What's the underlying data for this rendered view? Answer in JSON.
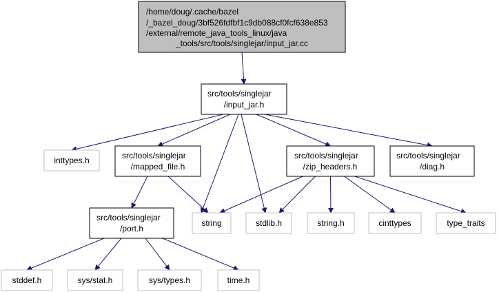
{
  "colors": {
    "edge": "#191970",
    "root_fill": "#bfbfbf",
    "node_border": "#000000",
    "external_border": "#bfbfbf",
    "text": "#000000",
    "background": "#ffffff"
  },
  "nodes": {
    "root": {
      "lines": [
        "/home/doug/.cache/bazel",
        "/_bazel_doug/3bf526fdfbf1c9db088cf0fcf638e853",
        "/external/remote_java_tools_linux/java",
        "_tools/src/tools/singlejar/input_jar.cc"
      ]
    },
    "input_jar_h": {
      "lines": [
        "src/tools/singlejar",
        "/input_jar.h"
      ]
    },
    "inttypes_h": {
      "lines": [
        "inttypes.h"
      ]
    },
    "mapped_file_h": {
      "lines": [
        "src/tools/singlejar",
        "/mapped_file.h"
      ]
    },
    "zip_headers_h": {
      "lines": [
        "src/tools/singlejar",
        "/zip_headers.h"
      ]
    },
    "diag_h": {
      "lines": [
        "src/tools/singlejar",
        "/diag.h"
      ]
    },
    "port_h": {
      "lines": [
        "src/tools/singlejar",
        "/port.h"
      ]
    },
    "string": {
      "lines": [
        "string"
      ]
    },
    "stdlib_h": {
      "lines": [
        "stdlib.h"
      ]
    },
    "string_h": {
      "lines": [
        "string.h"
      ]
    },
    "cinttypes": {
      "lines": [
        "cinttypes"
      ]
    },
    "type_traits": {
      "lines": [
        "type_traits"
      ]
    },
    "stddef_h": {
      "lines": [
        "stddef.h"
      ]
    },
    "sys_stat_h": {
      "lines": [
        "sys/stat.h"
      ]
    },
    "sys_types_h": {
      "lines": [
        "sys/types.h"
      ]
    },
    "time_h": {
      "lines": [
        "time.h"
      ]
    }
  },
  "edges": [
    [
      "root",
      "input_jar_h"
    ],
    [
      "input_jar_h",
      "inttypes_h"
    ],
    [
      "input_jar_h",
      "mapped_file_h"
    ],
    [
      "input_jar_h",
      "string"
    ],
    [
      "input_jar_h",
      "stdlib_h"
    ],
    [
      "input_jar_h",
      "zip_headers_h"
    ],
    [
      "input_jar_h",
      "diag_h"
    ],
    [
      "mapped_file_h",
      "port_h"
    ],
    [
      "mapped_file_h",
      "string"
    ],
    [
      "zip_headers_h",
      "string"
    ],
    [
      "zip_headers_h",
      "stdlib_h"
    ],
    [
      "zip_headers_h",
      "string_h"
    ],
    [
      "zip_headers_h",
      "cinttypes"
    ],
    [
      "zip_headers_h",
      "type_traits"
    ],
    [
      "port_h",
      "stddef_h"
    ],
    [
      "port_h",
      "sys_stat_h"
    ],
    [
      "port_h",
      "sys_types_h"
    ],
    [
      "port_h",
      "time_h"
    ]
  ]
}
